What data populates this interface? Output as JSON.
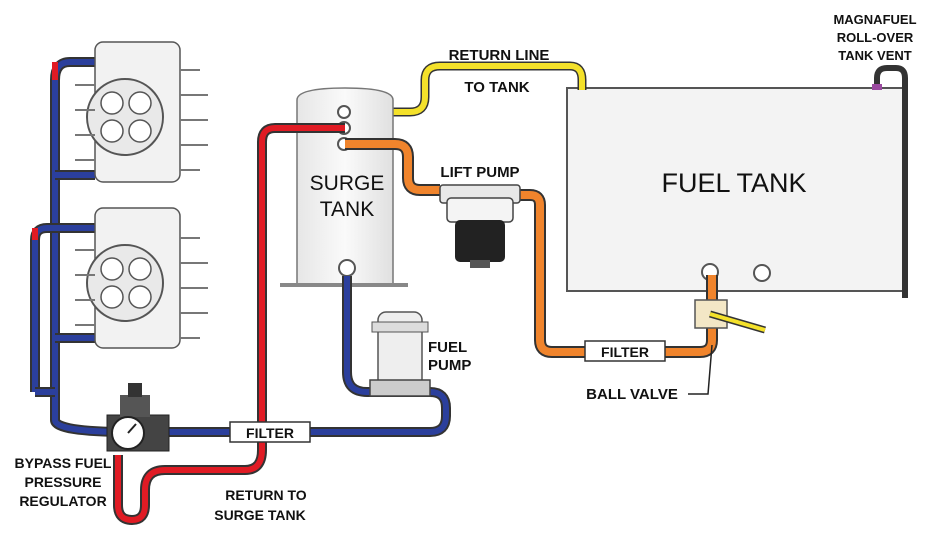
{
  "diagram": {
    "labels": {
      "vent_line1": "MAGNAFUEL",
      "vent_line2": "ROLL-OVER",
      "vent_line3": "TANK VENT",
      "return_line": "RETURN LINE",
      "to_tank": "TO TANK",
      "fuel_tank": "FUEL TANK",
      "surge_line1": "SURGE",
      "surge_line2": "TANK",
      "lift_pump": "LIFT PUMP",
      "fuel_pump_line1": "FUEL",
      "fuel_pump_line2": "PUMP",
      "filter_blue": "FILTER",
      "filter_orange": "FILTER",
      "ball_valve": "BALL VALVE",
      "bypass_line1": "BYPASS FUEL",
      "bypass_line2": "PRESSURE",
      "bypass_line3": "REGULATOR",
      "return_surge_line1": "RETURN TO",
      "return_surge_line2": "SURGE TANK"
    },
    "colors": {
      "feed_line": "#2b3f9c",
      "return_line_red": "#e01b24",
      "return_line_yellow": "#f4e12a",
      "lift_line_orange": "#f0842c",
      "tank_fill": "#f2f2f2",
      "tank_stroke": "#555555",
      "vent_line": "#333333"
    }
  }
}
